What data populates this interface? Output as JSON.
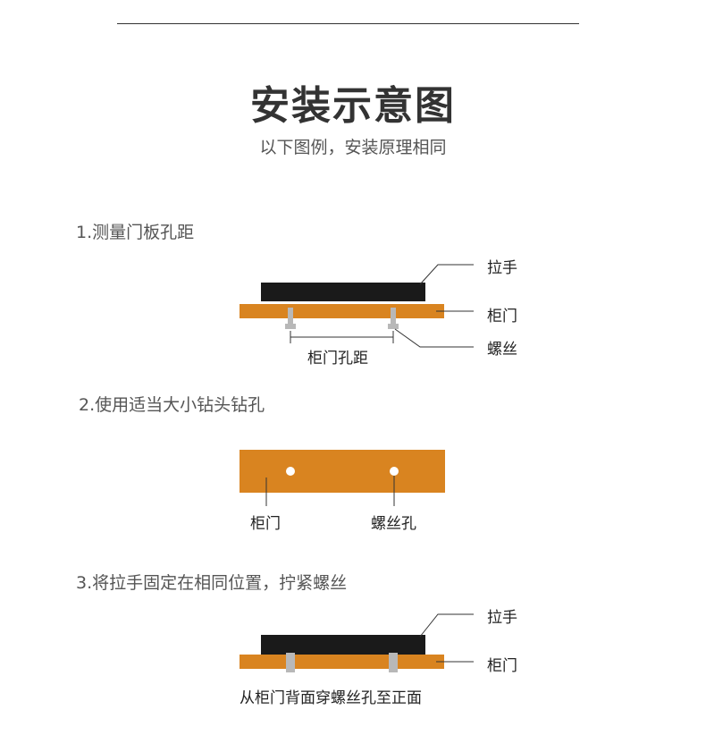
{
  "header": {
    "title": "安装示意图",
    "subtitle": "以下图例，安装原理相同"
  },
  "steps": [
    {
      "title": "1.测量门板孔距",
      "labels": {
        "handle": "拉手",
        "door": "柜门",
        "screw": "螺丝",
        "distance": "柜门孔距"
      }
    },
    {
      "title": "2.使用适当大小钻头钻孔",
      "labels": {
        "door": "柜门",
        "hole": "螺丝孔"
      }
    },
    {
      "title": "3.将拉手固定在相同位置，拧紧螺丝",
      "labels": {
        "handle": "拉手",
        "door": "柜门",
        "caption": "从柜门背面穿螺丝孔至正面"
      }
    }
  ],
  "colors": {
    "handle": "#1a1a1a",
    "door": "#d98420",
    "screw": "#b8b8b8",
    "text": "#333333"
  }
}
